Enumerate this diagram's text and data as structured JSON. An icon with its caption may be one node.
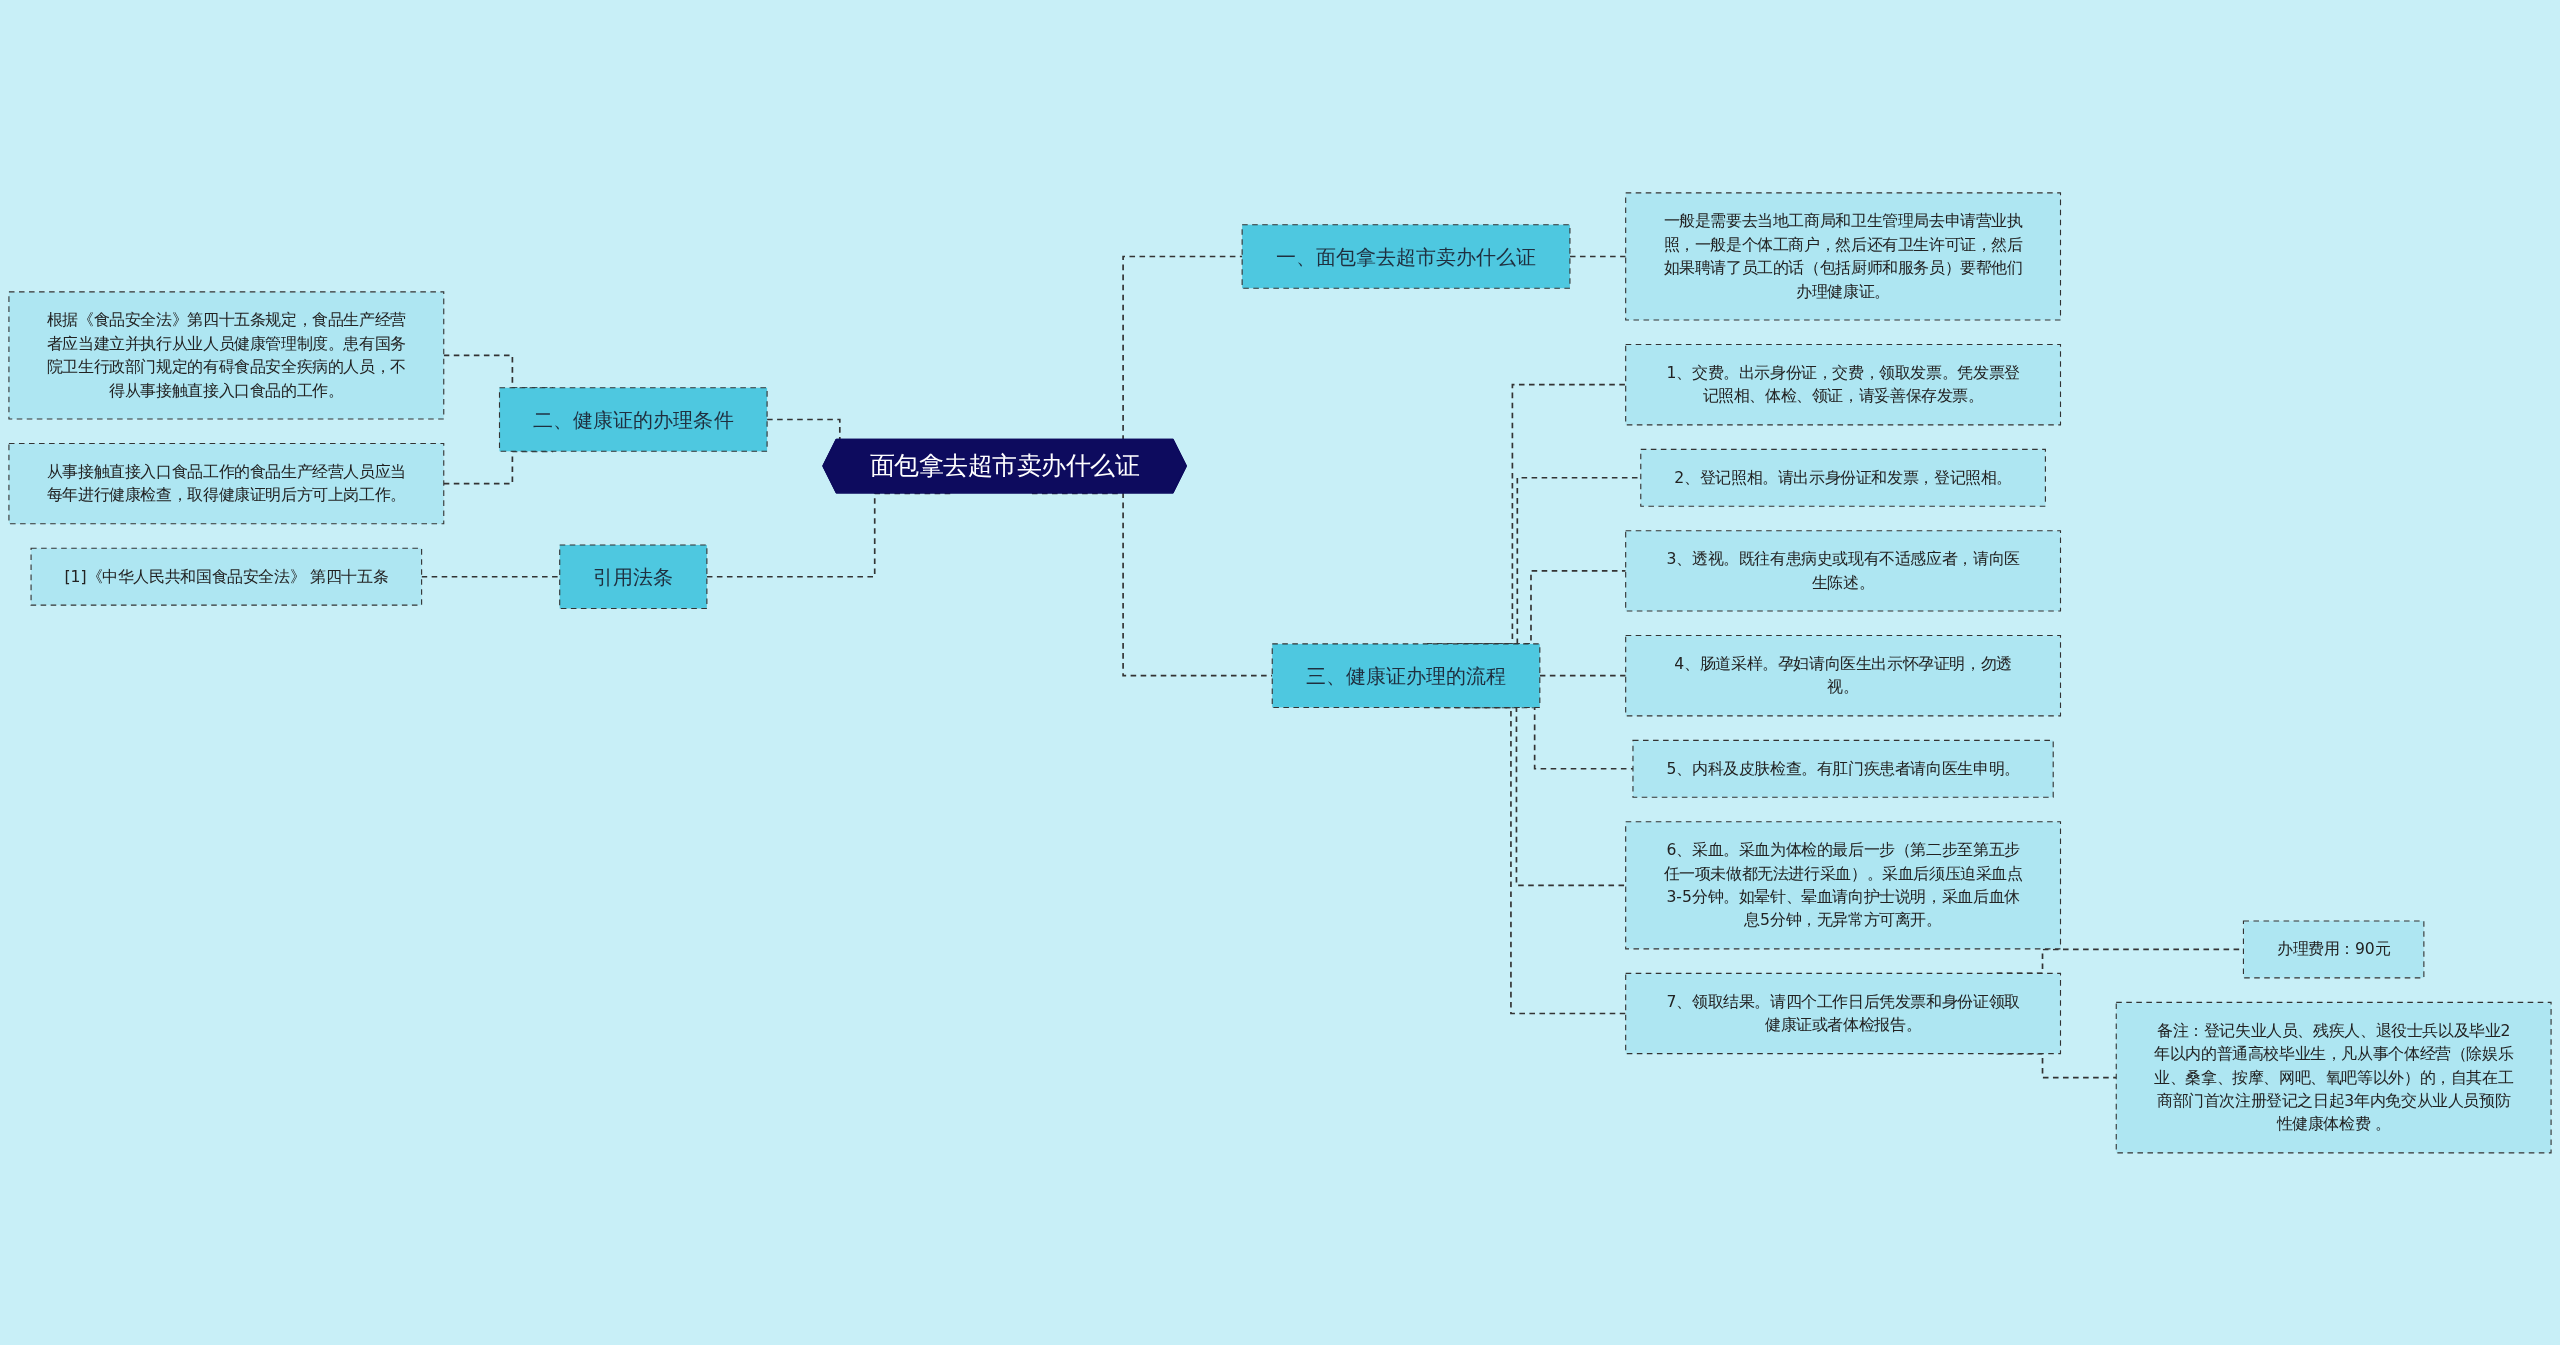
{
  "diagram": {
    "nodes": [
      {
        "text": [
          "面包拿去超市卖办什么证"
        ]
      },
      {
        "text": [
          "一、面包拿去超市卖办什么证"
        ]
      },
      {
        "text": [
          "一般是需要去当地工商局和卫生管理局去申请营业执照，一般是个体工商户，然后还有卫生许可证，然后如果聘请了员工的话（包括厨师和服务员）要帮他们办理健康证。"
        ]
      },
      {
        "text": [
          "二、健康证的办理条件"
        ]
      },
      {
        "text": [
          "根据《食品安全法》第四十五条规定，食品生产经营者应当建立并执行从业人员健康管理制度。患有国务院卫生行政部门规定的有碍食品安全疾病的人员，不得从事接触直接入口食品的工作。"
        ]
      },
      {
        "text": [
          "从事接触直接入口食品工作的食品生产经营人员应当每年进行健康检查，取得健康证明后方可上岗工作。"
        ]
      },
      {
        "text": [
          "引用法条"
        ]
      },
      {
        "text": [
          "[1]《中华人民共和国食品安全法》 第四十五条"
        ]
      },
      {
        "text": [
          "三、健康证办理的流程"
        ]
      },
      {
        "text": [
          "1、交费。出示身份证，交费，领取发票。凭发票登记照相、体检、领证，请妥善保存发票。"
        ]
      },
      {
        "text": [
          "2、登记照相。请出示身份证和发票，登记照相。"
        ]
      },
      {
        "text": [
          "3、透视。既往有患病史或现有不适感应者，请向医生陈述。"
        ]
      },
      {
        "text": [
          "4、肠道采样。孕妇请向医生出示怀孕证明，勿透视。"
        ]
      },
      {
        "text": [
          "5、内科及皮肤检查。有肛门疾患者请向医生申明。"
        ]
      },
      {
        "text": [
          "6、采血。采血为体检的最后一步（第二步至第五步任一项未做都无法进行采血）。采血后须压迫采血点3-5分钟。如晕针、晕血请向护士说明，采血后血休息5分钟，无异常方可离开。"
        ]
      },
      {
        "text": [
          "7、领取结果。请四个工作日后凭发票和身份证领取健康证或者体检报告。"
        ]
      },
      {
        "text": [
          "办理费用：90元"
        ]
      },
      {
        "text": [
          "备注：登记失业人员、残疾人、退役士兵以及毕业2年以内的普通高校毕业生，凡从事个体经营（除娱乐业、桑拿、按摩、网吧、氧吧等以外）的，自其在工商部门首次注册登记之日起3年内免交从业人员预防性健康体检费 。"
        ]
      }
    ],
    "edges": [
      {
        "from": 0,
        "to": 1,
        "arrow": "none",
        "style": "dashed"
      },
      {
        "from": 1,
        "to": 2,
        "arrow": "none",
        "style": "dashed"
      },
      {
        "from": 0,
        "to": 3,
        "arrow": "none",
        "style": "dashed"
      },
      {
        "from": 3,
        "to": 4,
        "arrow": "none",
        "style": "dashed"
      },
      {
        "from": 3,
        "to": 5,
        "arrow": "none",
        "style": "dashed"
      },
      {
        "from": 0,
        "to": 6,
        "arrow": "none",
        "style": "dashed"
      },
      {
        "from": 6,
        "to": 7,
        "arrow": "none",
        "style": "dashed"
      },
      {
        "from": 0,
        "to": 8,
        "arrow": "none",
        "style": "dashed"
      },
      {
        "from": 8,
        "to": 9,
        "arrow": "none",
        "style": "dashed"
      },
      {
        "from": 8,
        "to": 10,
        "arrow": "none",
        "style": "dashed"
      },
      {
        "from": 8,
        "to": 11,
        "arrow": "none",
        "style": "dashed"
      },
      {
        "from": 8,
        "to": 12,
        "arrow": "none",
        "style": "dashed"
      },
      {
        "from": 8,
        "to": 13,
        "arrow": "none",
        "style": "dashed"
      },
      {
        "from": 8,
        "to": 14,
        "arrow": "none",
        "style": "dashed"
      },
      {
        "from": 8,
        "to": 15,
        "arrow": "none",
        "style": "dashed"
      },
      {
        "from": 15,
        "to": 16,
        "arrow": "none",
        "style": "dashed"
      },
      {
        "from": 15,
        "to": 17,
        "arrow": "none",
        "style": "dashed"
      }
    ]
  }
}
